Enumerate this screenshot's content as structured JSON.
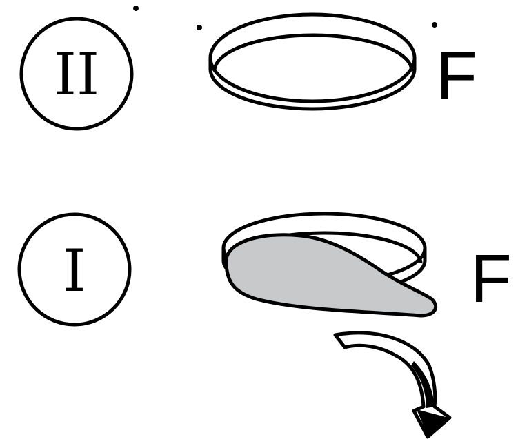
{
  "steps": [
    {
      "numeral": "II",
      "label": "F"
    },
    {
      "numeral": "I",
      "label": "F"
    }
  ],
  "colors": {
    "stroke": "#000000",
    "background": "#ffffff",
    "peel_fill": "#c8c9cb"
  },
  "icons": {
    "lid_closed": "lid-closed-icon",
    "lid_peel": "lid-peel-icon",
    "arrow": "curved-arrow-down-icon"
  }
}
